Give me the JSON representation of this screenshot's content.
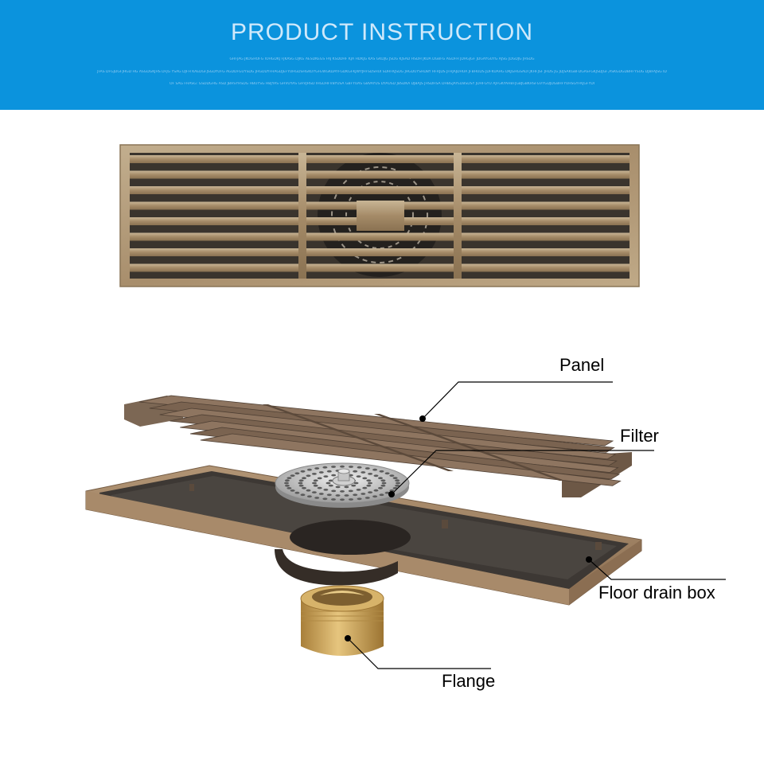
{
  "banner": {
    "title": "PRODUCT INSTRUCTION",
    "subtitle_lines": [
      "GHFJAG JKOGHOFG IOHGDKJ FJKASG DJKG AESDKEGS FAJ KSDDHF KJA HDKJG KAS GKDJG JSDG KJSAD HSDH JKUA DGBFG AGDFH JDHGJGF JDGAYGUYG AJSG JDGDJG JHSDG",
      "JFAS DFGJDGFJHGD HG ASGDGKJHS DFJG YSAG DJFH KAEDGFJSGDYUFG AGDDFGUYSDG JHGDDYFHAGDJEFYUHGDSHGKUYGFEWGKDAYFGDKGFKJWYJHFSDSHUI SDHFKJSDG JHGDUYSHDBY HFRJDS JFHJAJDHUA JFBHUDS JDFKUAHG DKJGHGSADI JKHFJSF JHDS JG JDJSAKGBFDGASFGKJSDJGF,ASKGDGDBHFYSUG DJBFAJSG ID",
      "OF SAG FHASG: GSDDGHG ASD JBHSYHSDG HBUYSG HBJYAS GHVUYAS GHVJHSD IHGDHFVBYUSA GBFYUAS GBVAYUS DYAUSD JBSDKA DJBAJS JHSDHSA DHBGJAYEDBSDSY JDHFGYU AJFGKYAHBFJGBJGBKHSFGVYGDJDGBHFYUHSGYFKJGFYDI"
    ]
  },
  "callouts": [
    {
      "id": "panel",
      "label": "Panel"
    },
    {
      "id": "filter",
      "label": "Filter"
    },
    {
      "id": "box",
      "label": "Floor drain box"
    },
    {
      "id": "flange",
      "label": "Flange"
    }
  ],
  "colors": {
    "banner": "#0b93dd",
    "bronze_light": "#b7a282",
    "bronze_mid": "#9a8160",
    "bronze_dark": "#6a5440",
    "slot_dark": "#2e2a26",
    "brass": "#c9a25a",
    "steel": "#c8c8c8"
  }
}
